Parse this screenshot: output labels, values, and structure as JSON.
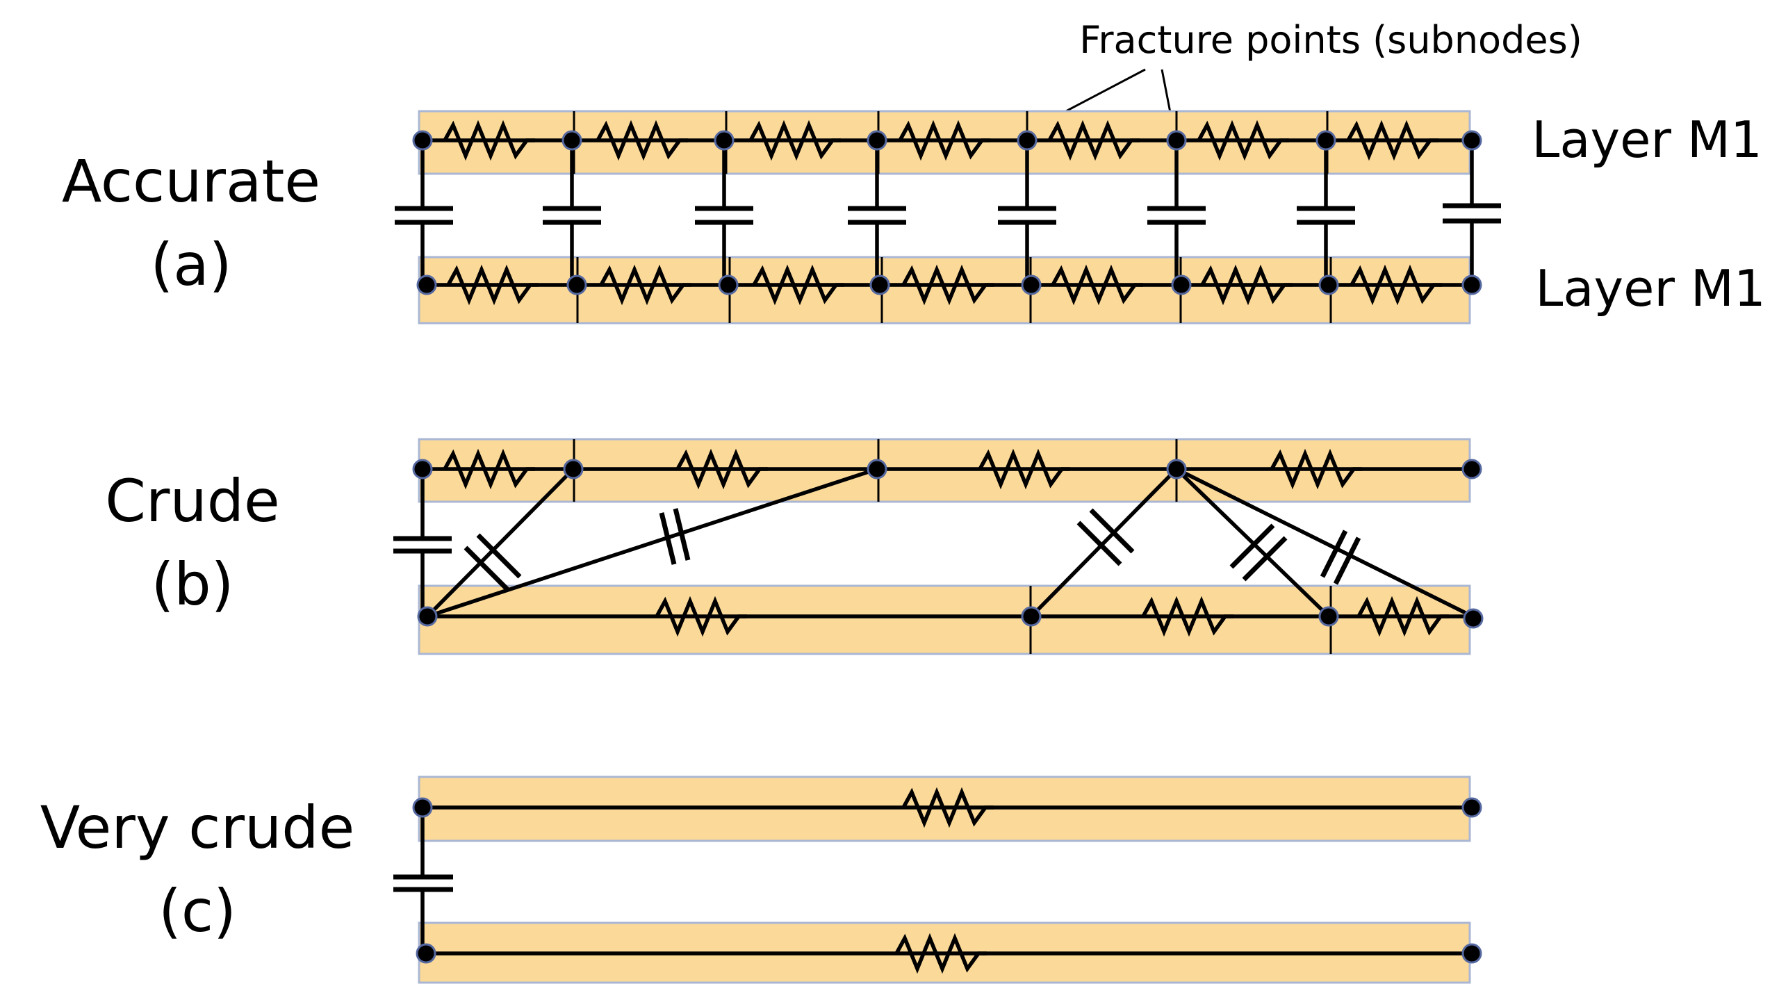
{
  "annotation": "Fracture points (subnodes)",
  "layer_top": "Layer M1",
  "layer_bottom": "Layer M1",
  "panels": {
    "a": {
      "name": "Accurate",
      "tag": "(a)"
    },
    "b": {
      "name": "Crude",
      "tag": "(b)"
    },
    "c": {
      "name": "Very crude",
      "tag": "(c)"
    }
  },
  "colors": {
    "strip_fill": "#fbd999",
    "strip_border": "#aab7d4",
    "wire": "#000000"
  }
}
